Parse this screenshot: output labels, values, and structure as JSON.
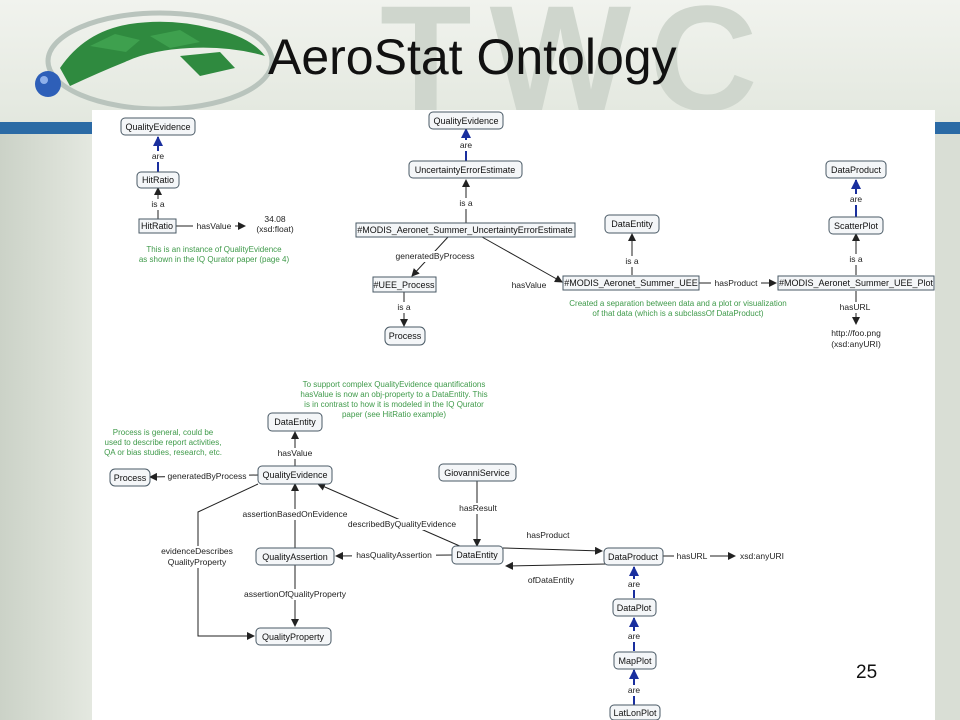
{
  "slide": {
    "title": "AeroStat Ontology",
    "page_number": "25",
    "watermark": "TWC",
    "accent_color": "#2b6aa5",
    "note_color": "#3f9a4a"
  },
  "nodes": {
    "qe_top_left": "QualityEvidence",
    "hitratio_class": "HitRatio",
    "hitratio_inst": "HitRatio",
    "hitratio_value": "34.08",
    "hitratio_value_type": "(xsd:float)",
    "qe_top_mid": "QualityEvidence",
    "uncertainty": "UncertaintyErrorEstimate",
    "modis_uee_est": "#MODIS_Aeronet_Summer_UncertaintyErrorEstimate",
    "uee_process": "#UEE_Process",
    "process_top": "Process",
    "dataentity_top": "DataEntity",
    "modis_uee": "#MODIS_Aeronet_Summer_UEE",
    "dataproduct_top": "DataProduct",
    "scatterplot": "ScatterPlot",
    "modis_uee_plot": "#MODIS_Aeronet_Summer_UEE_Plot",
    "url_value": "http://foo.png",
    "url_type": "(xsd:anyURI)",
    "dataentity_mid": "DataEntity",
    "process_left": "Process",
    "qe_main": "QualityEvidence",
    "giovanni": "GiovanniService",
    "quality_assertion": "QualityAssertion",
    "dataentity_main": "DataEntity",
    "dataproduct_main": "DataProduct",
    "xsd_anyuri": "xsd:anyURI",
    "quality_property": "QualityProperty",
    "dataplot": "DataPlot",
    "mapplot": "MapPlot",
    "latlonplot": "LatLonPlot"
  },
  "edges": {
    "are_1": "are",
    "isa_1": "is a",
    "hasvalue_1": "hasValue",
    "are_2": "are",
    "isa_2": "is a",
    "generatedbyprocess_1": "generatedByProcess",
    "isa_3": "is a",
    "hasvalue_2": "hasValue",
    "isa_4": "is a",
    "hasproduct_1": "hasProduct",
    "are_3": "are",
    "isa_5": "is a",
    "hasurl_1": "hasURL",
    "hasvalue_3": "hasValue",
    "generatedbyprocess_2": "generatedByProcess",
    "hasresult": "hasResult",
    "assertionbasedonevidence": "assertionBasedOnEvidence",
    "describedbyqualityevidence": "describedByQualityEvidence",
    "evidencedescribes_1": "evidenceDescribes",
    "evidencedescribes_2": "QualityProperty",
    "hasqualityassertion": "hasQualityAssertion",
    "hasproduct_2": "hasProduct",
    "hasurl_2": "hasURL",
    "ofdataentity": "ofDataEntity",
    "assertionofqualityproperty": "assertionOfQualityProperty",
    "are_4": "are",
    "are_5": "are",
    "are_6": "are"
  },
  "notes": {
    "hitratio_1": "This is an instance of QualityEvidence",
    "hitratio_2": "as shown in the IQ Qurator paper (page 4)",
    "separation_1": "Created a separation between data and a plot or visualization",
    "separation_2": "of that data (which is a subclassOf DataProduct)",
    "complex_1": "To support complex QualityEvidence quantifications",
    "complex_2": "hasValue is now an obj-property to a DataEntity.  This",
    "complex_3": "is in contrast to how it is modeled in the IQ Qurator",
    "complex_4": "paper (see HitRatio example)",
    "process_1": "Process is general, could be",
    "process_2": "used to describe report activities,",
    "process_3": "QA or bias studies, research, etc."
  }
}
